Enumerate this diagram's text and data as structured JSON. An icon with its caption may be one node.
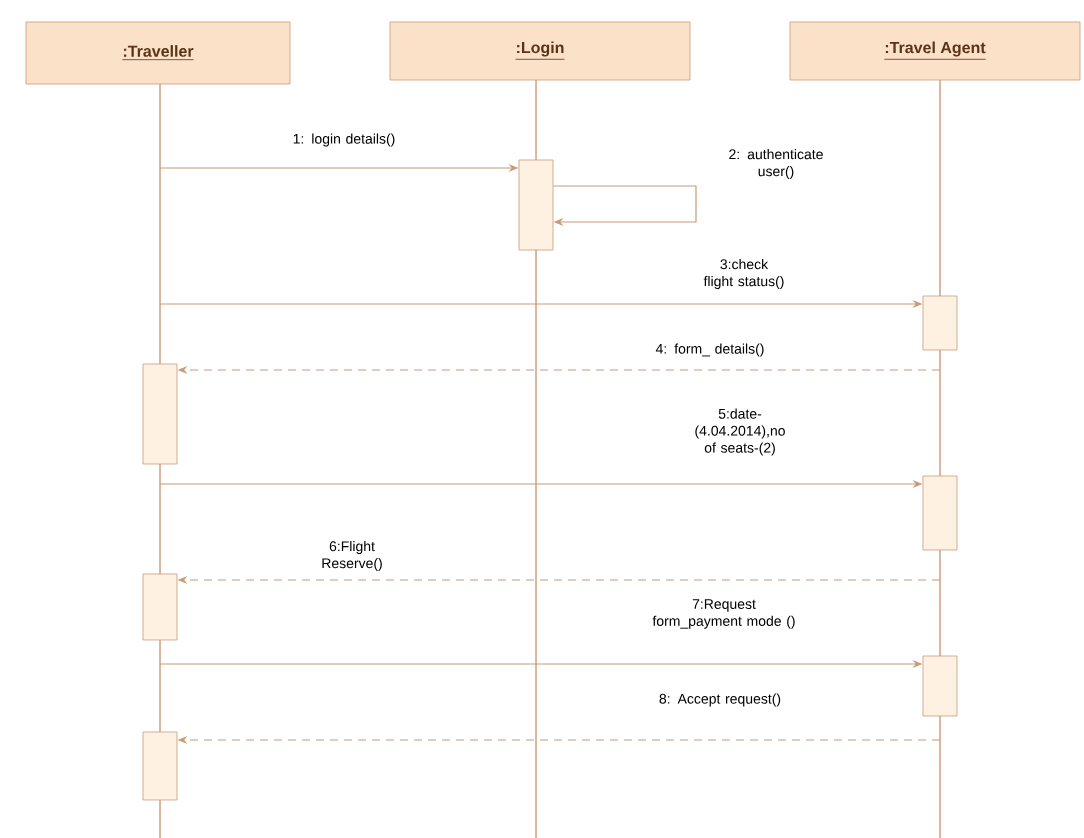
{
  "diagram": {
    "nodes": [
      {
        "text": [
          ":Traveller"
        ]
      },
      {
        "text": [
          ":Login"
        ]
      },
      {
        "text": [
          ":Travel Agent"
        ]
      },
      {
        "text": [],
        "shape": "bar"
      },
      {
        "text": [],
        "shape": "bar"
      },
      {
        "text": [],
        "shape": "bar"
      },
      {
        "text": [],
        "shape": "bar"
      },
      {
        "text": [],
        "shape": "bar"
      },
      {
        "text": [],
        "shape": "bar"
      },
      {
        "text": [],
        "shape": "bar"
      }
    ],
    "edges": [
      {
        "from": null,
        "to": 3,
        "arrow": "to",
        "label": "1: login details()"
      },
      {
        "from": 3,
        "to": 3,
        "arrow": "to",
        "label": "2: authenticate user()"
      },
      {
        "from": null,
        "to": 4,
        "arrow": "to",
        "label": "3:check flight status()"
      },
      {
        "from": 4,
        "to": 5,
        "arrow": "to",
        "style": "dashed",
        "label": "4: form_ details()"
      },
      {
        "from": 5,
        "to": 6,
        "arrow": "to",
        "label": "5:date-(4.04.2014),no of seats-(2)"
      },
      {
        "from": null,
        "to": 7,
        "arrow": "to",
        "style": "dashed",
        "label": "6:Flight Reserve()"
      },
      {
        "from": 7,
        "to": 8,
        "arrow": "to",
        "label": "7:Request form_payment mode ()"
      },
      {
        "from": 8,
        "to": 9,
        "arrow": "to",
        "style": "dashed",
        "label": "8: Accept request()"
      }
    ]
  }
}
